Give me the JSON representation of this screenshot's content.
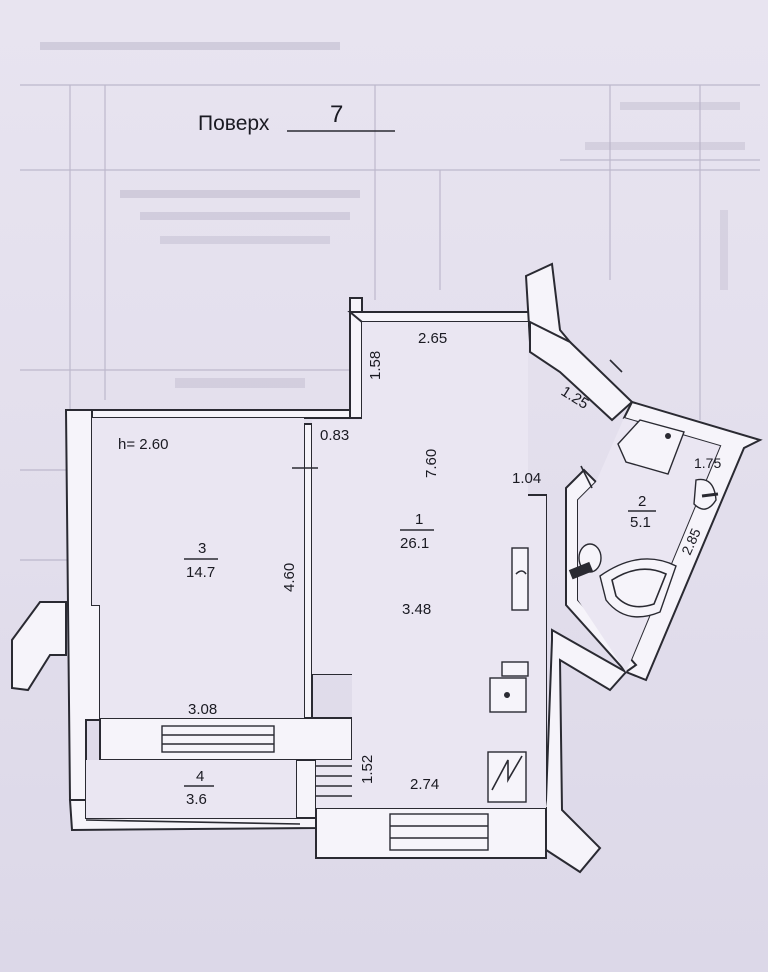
{
  "floor": {
    "label": "Поверх",
    "value": "7"
  },
  "ceiling_height": "h= 2.60",
  "rooms": [
    {
      "number": "1",
      "area": "26.1"
    },
    {
      "number": "2",
      "area": "5.1"
    },
    {
      "number": "3",
      "area": "14.7"
    },
    {
      "number": "4",
      "area": "3.6"
    }
  ],
  "dimensions": [
    "2.65",
    "1.58",
    "1.25",
    "0.83",
    "7.60",
    "1.04",
    "1.75",
    "2.85",
    "4.60",
    "3.48",
    "3.08",
    "1.52",
    "2.74"
  ],
  "icons": [
    "bathtub-icon",
    "toilet-icon",
    "shower-icon",
    "washbasin-icon",
    "sink-icon",
    "stove-icon",
    "fridge-icon"
  ]
}
